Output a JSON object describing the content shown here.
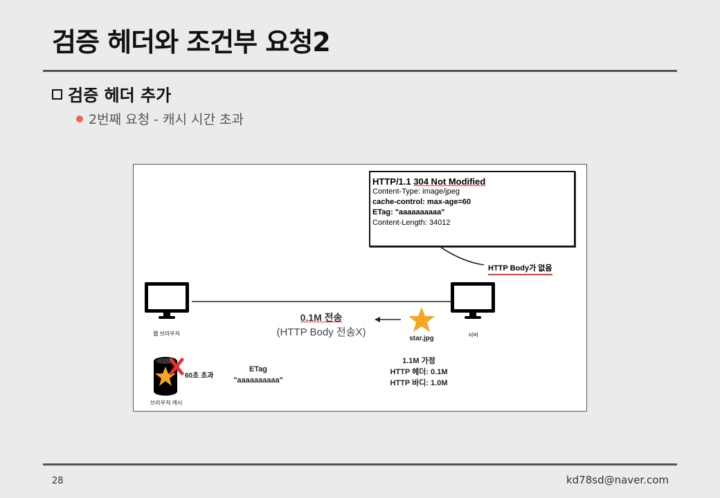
{
  "slide": {
    "title": "검증 헤더와 조건부 요청2",
    "bullet1": "검증 헤더 추가",
    "bullet2": "2번째 요청 - 캐시 시간 초과",
    "page_number": "28",
    "email": "kd78sd@naver.com"
  },
  "diagram": {
    "response": {
      "status_prefix": "HTTP/1.1 ",
      "status_code": "304 Not Modified",
      "headers": [
        "Content-Type: image/jpeg",
        "cache-control: max-age=60",
        "ETag: \"aaaaaaaaaa\"",
        "Content-Length: 34012"
      ]
    },
    "no_body_label": "HTTP Body가 없음",
    "client_label": "웹 브라우저",
    "server_label": "서버",
    "transfer_label": "0.1M 전송",
    "transfer_sub": "(HTTP Body 전송X)",
    "file_label": "star.jpg",
    "file_info": [
      "1.1M 가정",
      "HTTP 헤더: 0.1M",
      "HTTP 바디: 1.0M"
    ],
    "cache_label": "브라우저 캐시",
    "expired_label": "60초 초과",
    "etag_title": "ETag",
    "etag_value": "\"aaaaaaaaaa\""
  },
  "colors": {
    "accent_red": "#e33333",
    "star": "#f5a623",
    "bullet_dot": "#e86a4a"
  },
  "icons": [
    "monitor-icon",
    "star-icon",
    "database-icon",
    "x-mark-icon"
  ]
}
